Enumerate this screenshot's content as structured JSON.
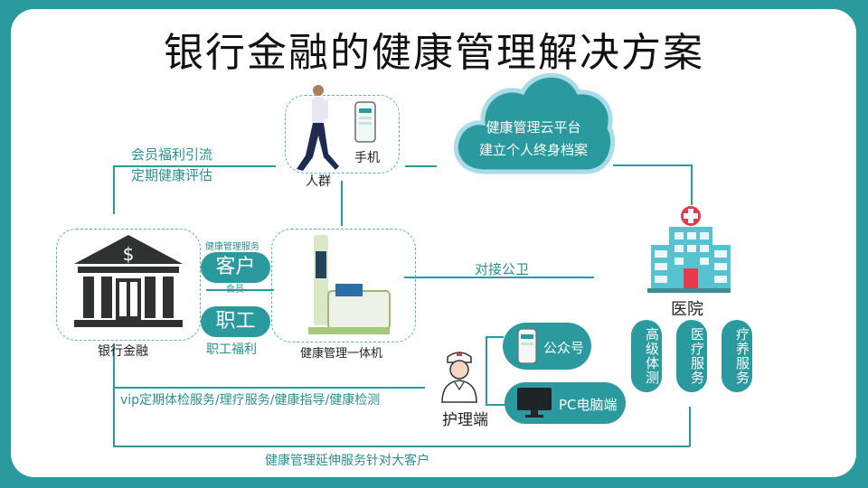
{
  "title": "银行金融的健康管理解决方案",
  "cloud": {
    "line1": "健康管理云平台",
    "line2": "建立个人终身档案"
  },
  "crowd": {
    "label": "人群",
    "phone_label": "手机"
  },
  "left_notes": {
    "line1": "会员福利引流",
    "line2": "定期健康评估"
  },
  "bank": {
    "label": "银行金融"
  },
  "middle": {
    "service_top": "健康管理服务",
    "customer": "客户",
    "member": "会员",
    "staff": "职工",
    "staff_welfare": "职工福利"
  },
  "machine": {
    "label": "健康管理一体机"
  },
  "dock_label": "对接公卫",
  "hospital": {
    "label": "医院",
    "services": [
      "高级体测",
      "医疗服务",
      "疗养服务"
    ]
  },
  "nurse": {
    "label": "护理端"
  },
  "public_account": "公众号",
  "pc_client": "PC电脑端",
  "vip_services": "vip定期体检服务/理疗服务/健康指导/健康检测",
  "bottom_label": "健康管理延伸服务针对大客户",
  "colors": {
    "accent": "#2b9a9e"
  }
}
